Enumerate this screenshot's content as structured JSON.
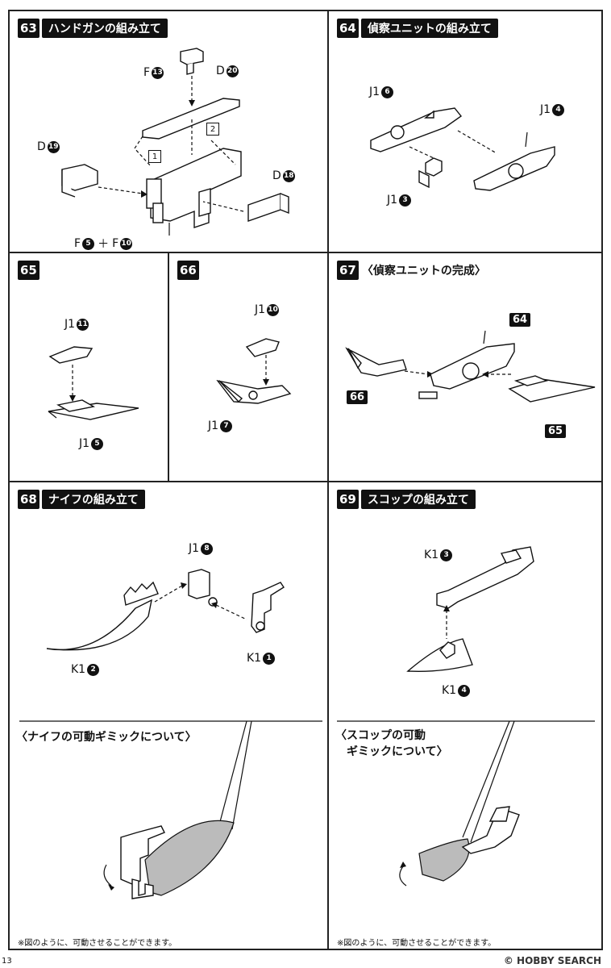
{
  "steps": {
    "s63": {
      "num": "63",
      "title": "ハンドガンの組み立て",
      "labels": [
        {
          "text": "F",
          "num": "13"
        },
        {
          "text": "D",
          "num": "20"
        },
        {
          "text": "D",
          "num": "19"
        },
        {
          "text": "D",
          "num": "18"
        }
      ],
      "combo": {
        "a": "F",
        "an": "5",
        "op": "＋",
        "b": "F",
        "bn": "10"
      },
      "order": [
        "1",
        "2"
      ]
    },
    "s64": {
      "num": "64",
      "title": "偵察ユニットの組み立て",
      "labels": [
        {
          "text": "J1",
          "num": "6"
        },
        {
          "text": "J1",
          "num": "4"
        },
        {
          "text": "J1",
          "num": "3"
        }
      ]
    },
    "s65": {
      "num": "65",
      "labels": [
        {
          "text": "J1",
          "num": "11"
        },
        {
          "text": "J1",
          "num": "5"
        }
      ]
    },
    "s66": {
      "num": "66",
      "labels": [
        {
          "text": "J1",
          "num": "10"
        },
        {
          "text": "J1",
          "num": "7"
        }
      ]
    },
    "s67": {
      "num": "67",
      "title": "〈偵察ユニットの完成〉",
      "refs": [
        "64",
        "66",
        "65"
      ]
    },
    "s68": {
      "num": "68",
      "title": "ナイフの組み立て",
      "labels": [
        {
          "text": "J1",
          "num": "8"
        },
        {
          "text": "K1",
          "num": "1"
        },
        {
          "text": "K1",
          "num": "2"
        }
      ],
      "gimmick": "〈ナイフの可動ギミックについて〉",
      "note": "※図のように、可動させることができます。"
    },
    "s69": {
      "num": "69",
      "title": "スコップの組み立て",
      "labels": [
        {
          "text": "K1",
          "num": "3"
        },
        {
          "text": "K1",
          "num": "4"
        }
      ],
      "gimmick_line1": "〈スコップの可動",
      "gimmick_line2": "ギミックについて〉",
      "note": "※図のように、可動させることができます。"
    }
  },
  "page_number": "13",
  "watermark": "© HOBBY SEARCH"
}
